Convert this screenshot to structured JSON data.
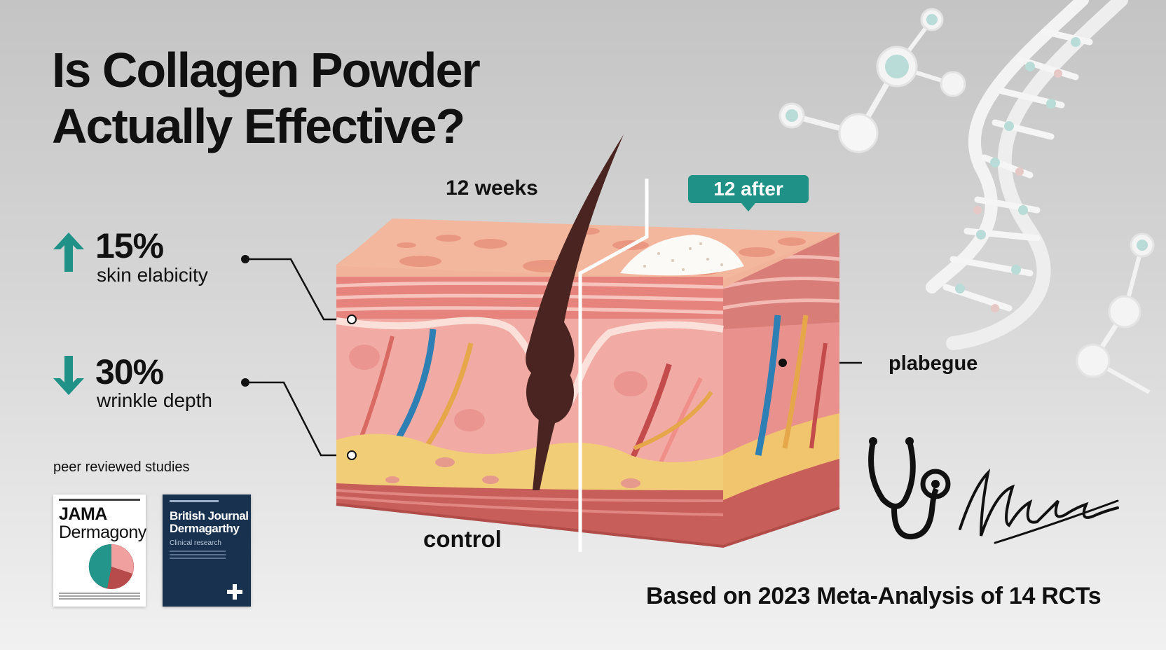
{
  "title": {
    "line1": "Is Collagen Powder",
    "line2": "Actually Effective?"
  },
  "stats": [
    {
      "value": "15%",
      "label": "skin elabicity",
      "direction": "up",
      "icon": "arrow-up-icon"
    },
    {
      "value": "30%",
      "label": "wrinkle depth",
      "direction": "down",
      "icon": "arrow-down-icon"
    }
  ],
  "diagram": {
    "label_top_left": "12 weeks",
    "badge_top_right": "12 after",
    "label_bottom": "control",
    "label_right": "plabegue"
  },
  "studies": {
    "heading": "peer reviewed studies",
    "jama": {
      "line1": "JAMA",
      "line2": "Dermagony"
    },
    "british": {
      "line1": "British Journal",
      "line2": "Dermagarthy",
      "sub": "Clinical research"
    }
  },
  "footer": "Based on 2023 Meta-Analysis of 14 RCTs",
  "icons": [
    "arrow-up-icon",
    "arrow-down-icon",
    "stethoscope-icon",
    "signature",
    "dna-helix-icon",
    "molecule-icon",
    "hair-follicle",
    "collagen-powder"
  ],
  "colors": {
    "accent_teal": "#1f9186",
    "skin_surface": "#f1b39a",
    "dermis": "#f0a9a3",
    "fat_layer": "#f2cd78",
    "muscle": "#c95c58",
    "hair": "#4a2420",
    "journal_navy": "#17314f"
  }
}
